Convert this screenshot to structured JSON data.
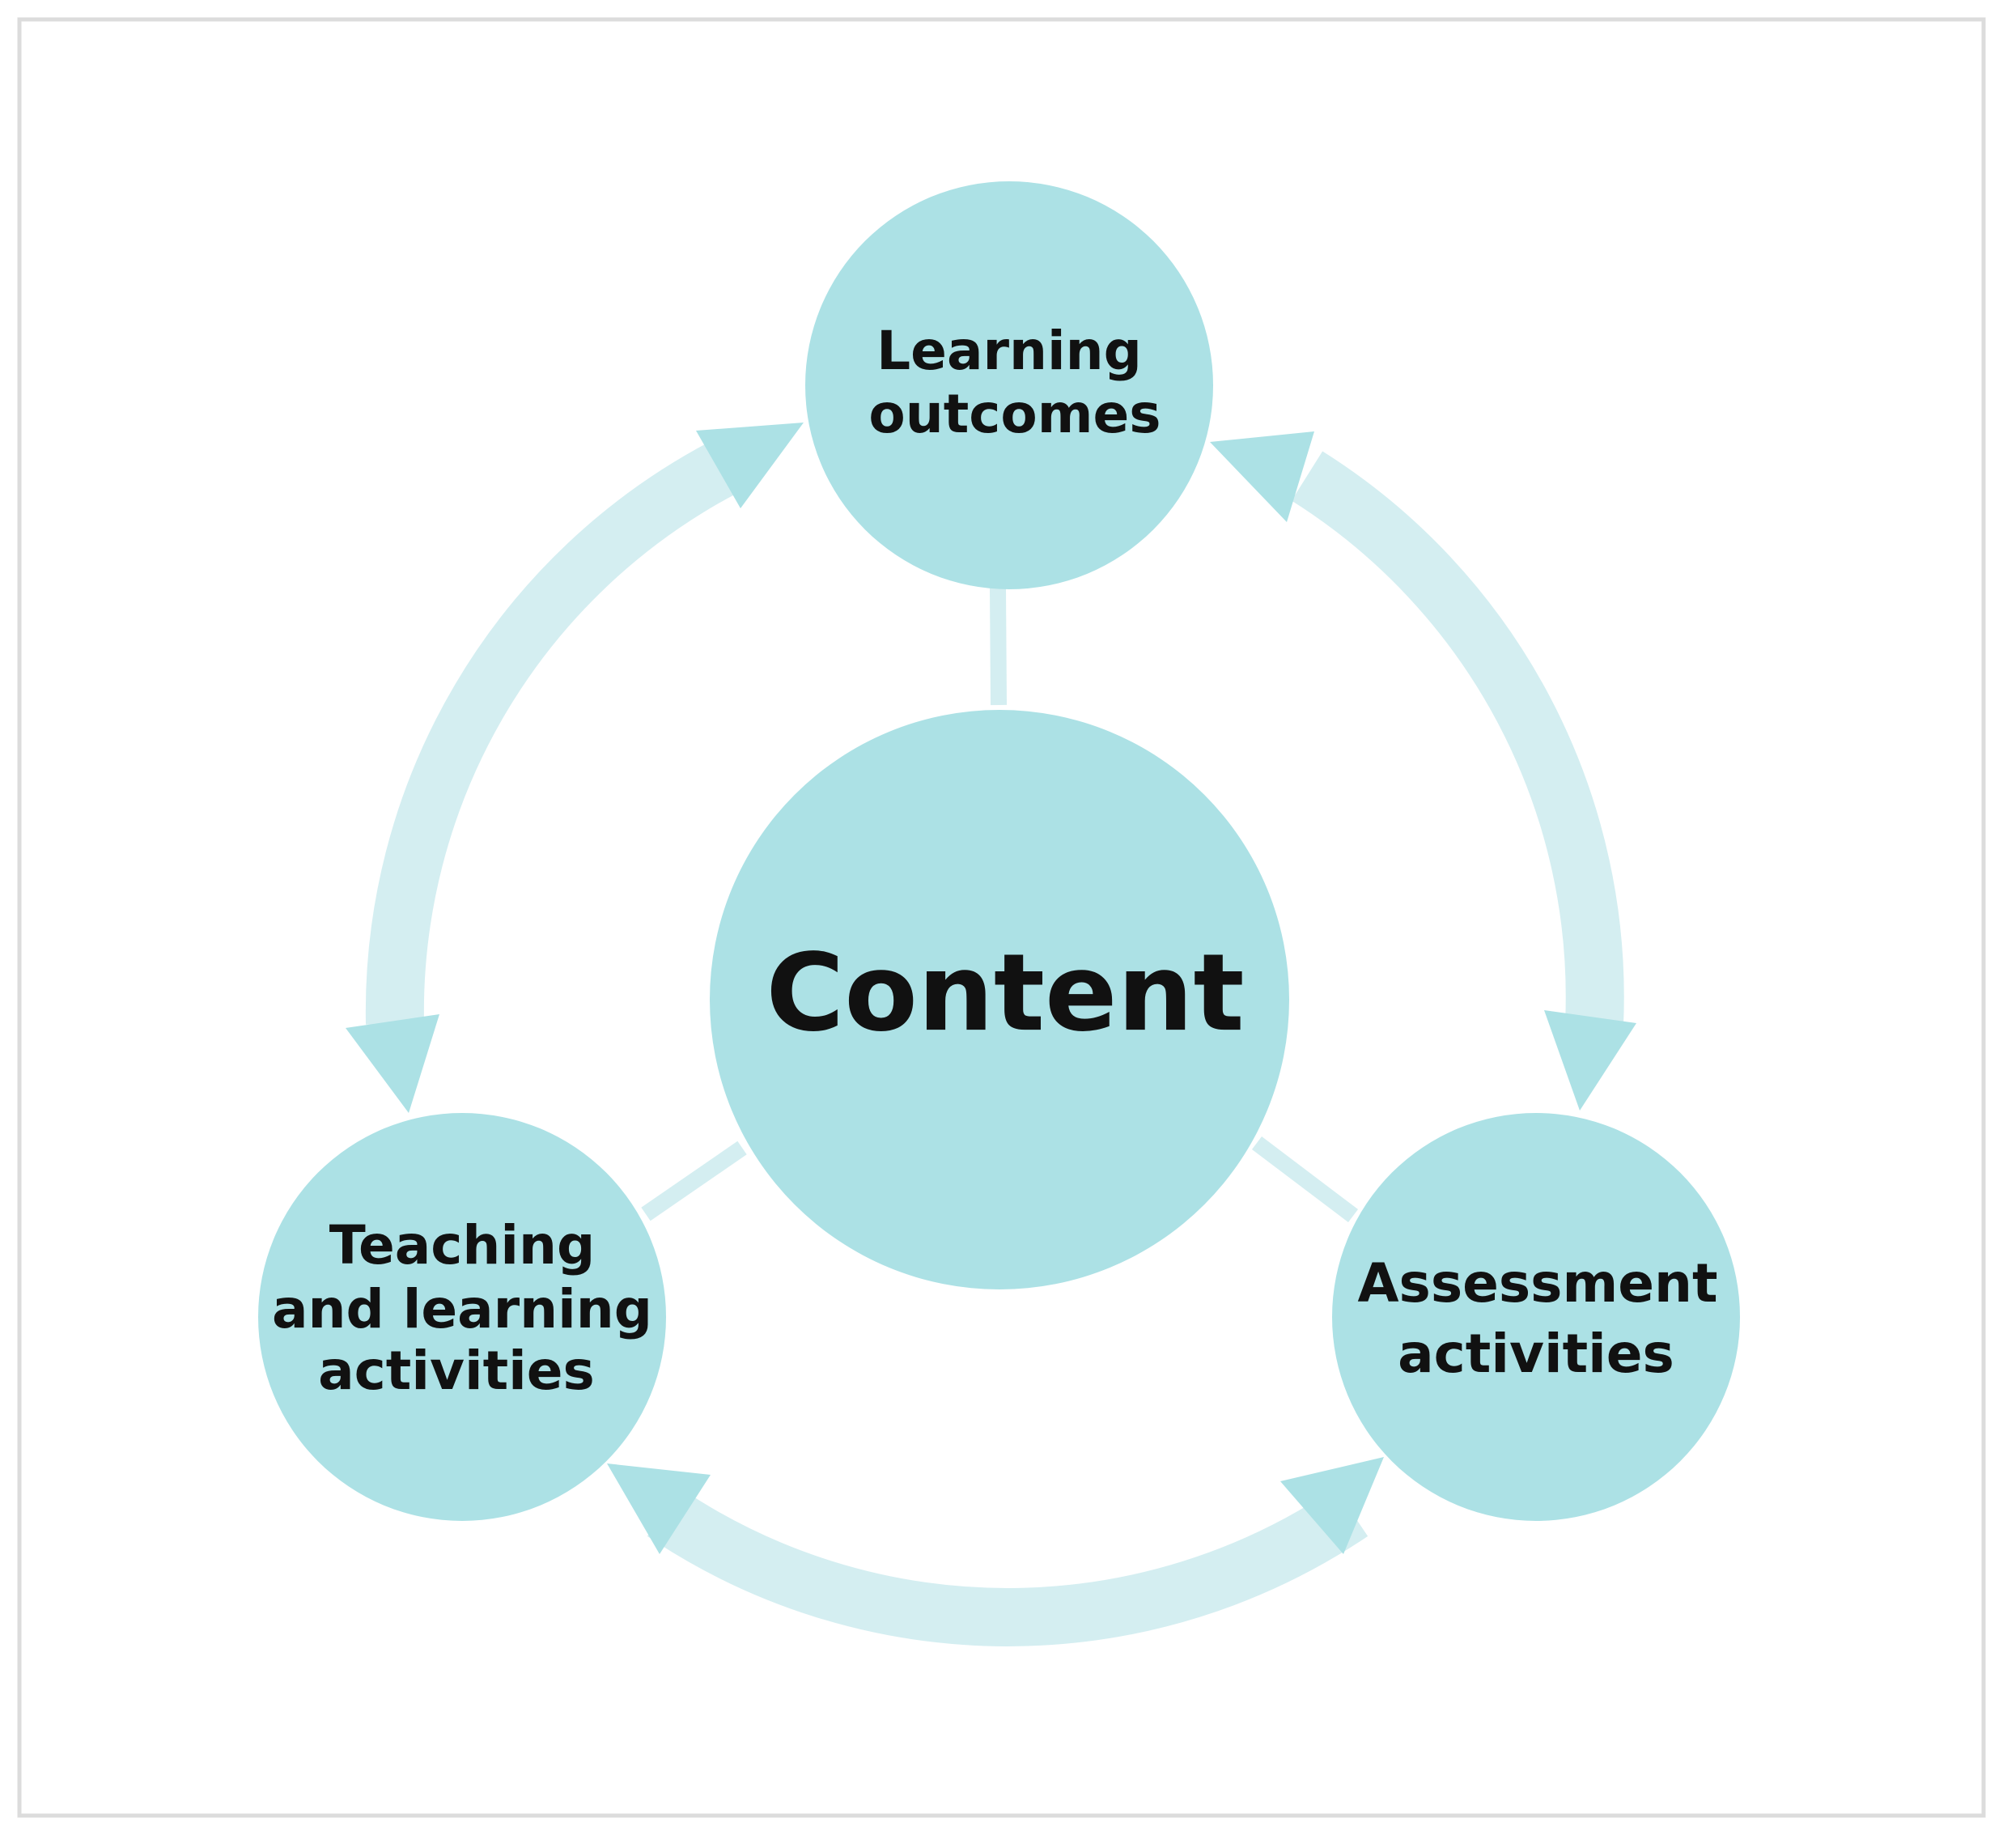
{
  "colors": {
    "node_fill": "#ace1e5",
    "band_fill": "#d4eef1",
    "arrow_fill": "#ace1e5",
    "spoke_fill": "#d4eef1",
    "frame_border": "#dcdcdc",
    "text": "#111111"
  },
  "diagram": {
    "center": {
      "label": "Content"
    },
    "nodes": [
      {
        "id": "learning-outcomes",
        "lines": [
          "Learning",
          "outcomes"
        ]
      },
      {
        "id": "assessment-activities",
        "lines": [
          "Assessment",
          "activities"
        ]
      },
      {
        "id": "teaching-learning-activities",
        "lines": [
          "Teaching",
          "and learning",
          "activities"
        ]
      }
    ],
    "cycle_arrows": [
      {
        "from": "learning-outcomes",
        "to": "assessment-activities",
        "bidirectional": true
      },
      {
        "from": "assessment-activities",
        "to": "teaching-learning-activities",
        "bidirectional": true
      },
      {
        "from": "teaching-learning-activities",
        "to": "learning-outcomes",
        "bidirectional": true
      }
    ],
    "spokes": [
      {
        "from": "content",
        "to": "learning-outcomes"
      },
      {
        "from": "content",
        "to": "assessment-activities"
      },
      {
        "from": "content",
        "to": "teaching-learning-activities"
      }
    ]
  }
}
